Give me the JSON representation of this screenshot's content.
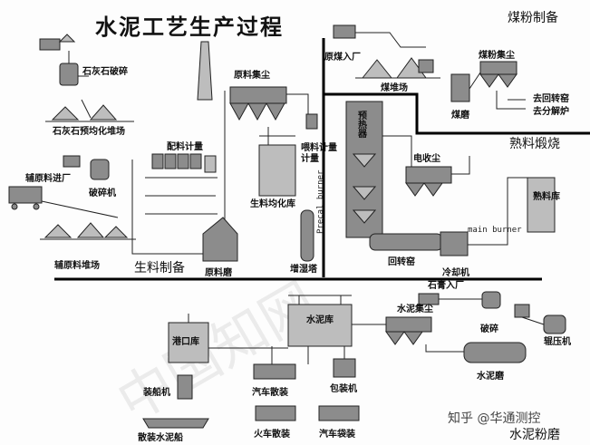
{
  "title": "水泥工艺生产过程",
  "sections": {
    "coal": "煤粉制备",
    "raw": "生料制备",
    "clinker": "熟料煅烧",
    "cement": "水泥粉磨"
  },
  "labels": {
    "limestone_crusher": "石灰石破碎",
    "limestone_yard": "石灰石预均化堆场",
    "aux_in": "辅原料进厂",
    "crusher": "破碎机",
    "aux_yard": "辅原料堆场",
    "batching": "配料计量",
    "raw_dust": "原料集尘",
    "raw_silo": "生料均化库",
    "raw_mill": "原料磨",
    "feed_meter": "喂料计量",
    "cond_tower": "增湿塔",
    "raw_coal_in": "原煤入厂",
    "coal_yard": "煤堆场",
    "coal_dust": "煤粉集尘",
    "coal_mill": "煤磨",
    "to_kiln": "去回转窑",
    "to_calciner": "去分解炉",
    "preheater": "预热器",
    "precal_burner": "Precal burner",
    "elec_dust": "电收尘",
    "clinker_silo": "熟料库",
    "main_burner": "main burner",
    "kiln": "回转窑",
    "cooler": "冷却机",
    "gypsum_in": "石膏入厂",
    "cement_dust": "水泥集尘",
    "crusher2": "破碎",
    "roller_press": "辊压机",
    "cement_mill": "水泥磨",
    "port_silo": "港口库",
    "cement_silo": "水泥库",
    "truck_bulk": "汽车散装",
    "packer": "包装机",
    "ship_loader": "装船机",
    "ship_bulk": "散装水泥船",
    "train_bulk": "火车散装",
    "truck_bag": "汽车袋装"
  },
  "watermark": {
    "handle": "知乎 @华通测控",
    "bg_text": "中国知网"
  }
}
